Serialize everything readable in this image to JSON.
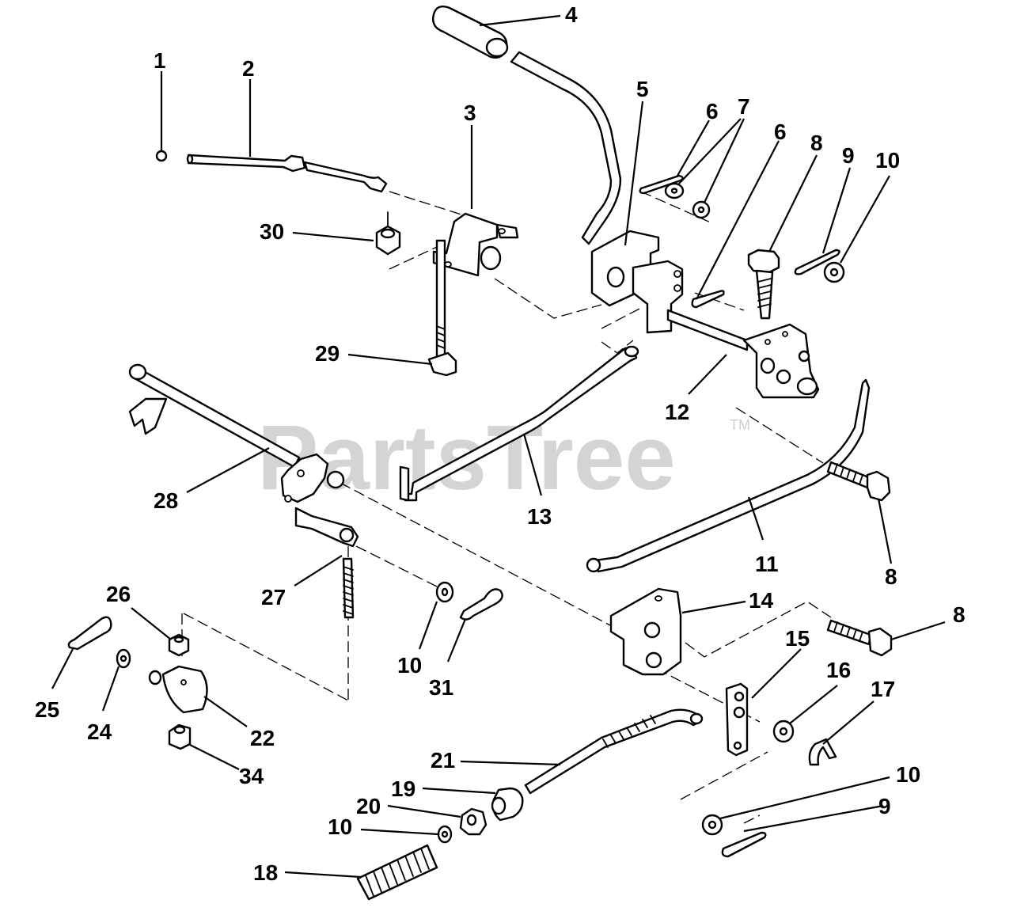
{
  "watermark": {
    "text": "PartsTree",
    "tm": "TM"
  },
  "callouts": [
    {
      "id": "c1",
      "label": "1"
    },
    {
      "id": "c2",
      "label": "2"
    },
    {
      "id": "c3",
      "label": "3"
    },
    {
      "id": "c4",
      "label": "4"
    },
    {
      "id": "c5",
      "label": "5"
    },
    {
      "id": "c6a",
      "label": "6"
    },
    {
      "id": "c6b",
      "label": "6"
    },
    {
      "id": "c7",
      "label": "7"
    },
    {
      "id": "c8a",
      "label": "8"
    },
    {
      "id": "c8b",
      "label": "8"
    },
    {
      "id": "c8c",
      "label": "8"
    },
    {
      "id": "c9a",
      "label": "9"
    },
    {
      "id": "c9b",
      "label": "9"
    },
    {
      "id": "c10a",
      "label": "10"
    },
    {
      "id": "c10b",
      "label": "10"
    },
    {
      "id": "c10c",
      "label": "10"
    },
    {
      "id": "c10d",
      "label": "10"
    },
    {
      "id": "c11",
      "label": "11"
    },
    {
      "id": "c12",
      "label": "12"
    },
    {
      "id": "c13",
      "label": "13"
    },
    {
      "id": "c14",
      "label": "14"
    },
    {
      "id": "c15",
      "label": "15"
    },
    {
      "id": "c16",
      "label": "16"
    },
    {
      "id": "c17",
      "label": "17"
    },
    {
      "id": "c18",
      "label": "18"
    },
    {
      "id": "c19",
      "label": "19"
    },
    {
      "id": "c20",
      "label": "20"
    },
    {
      "id": "c21",
      "label": "21"
    },
    {
      "id": "c22",
      "label": "22"
    },
    {
      "id": "c24",
      "label": "24"
    },
    {
      "id": "c25",
      "label": "25"
    },
    {
      "id": "c26",
      "label": "26"
    },
    {
      "id": "c27",
      "label": "27"
    },
    {
      "id": "c28",
      "label": "28"
    },
    {
      "id": "c29",
      "label": "29"
    },
    {
      "id": "c30",
      "label": "30"
    },
    {
      "id": "c31",
      "label": "31"
    },
    {
      "id": "c34",
      "label": "34"
    }
  ]
}
